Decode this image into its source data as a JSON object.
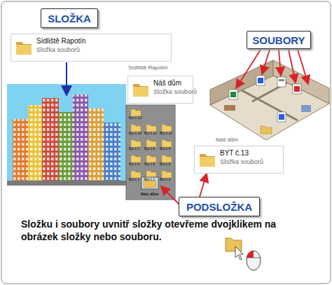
{
  "diagram": {
    "caption": "Složku i soubory uvnitř složky otevřeme dvojklikem na obrázek složky nebo souboru.",
    "nodes": [
      {
        "text": [
          "SLOŽKA"
        ]
      },
      {
        "text": [
          "Sídliště Rapotín",
          "Složka souborů"
        ]
      },
      {
        "text": [
          "Náš dům",
          "Složka souborů"
        ]
      },
      {
        "text": [
          "SOUBORY"
        ]
      },
      {
        "text": [
          "BYT č.13",
          "Složka souborů"
        ]
      },
      {
        "text": [
          "PODSLOŽKA"
        ]
      }
    ],
    "edges": [
      {
        "from": 5,
        "to": 4,
        "arrow": "to"
      }
    ],
    "labels": [
      "Sídliště Rapotín",
      "Byt č.13",
      "Byt č.10",
      "Byt č.11",
      "Byt č.12",
      "Byt č.7",
      "Byt č.8",
      "Byt č.9",
      "Byt č.4",
      "Byt č.5",
      "Byt č.6",
      "Byt č.1",
      "Byt č.2",
      "Byt č.3",
      "Náš dům",
      "Náš dům"
    ]
  }
}
